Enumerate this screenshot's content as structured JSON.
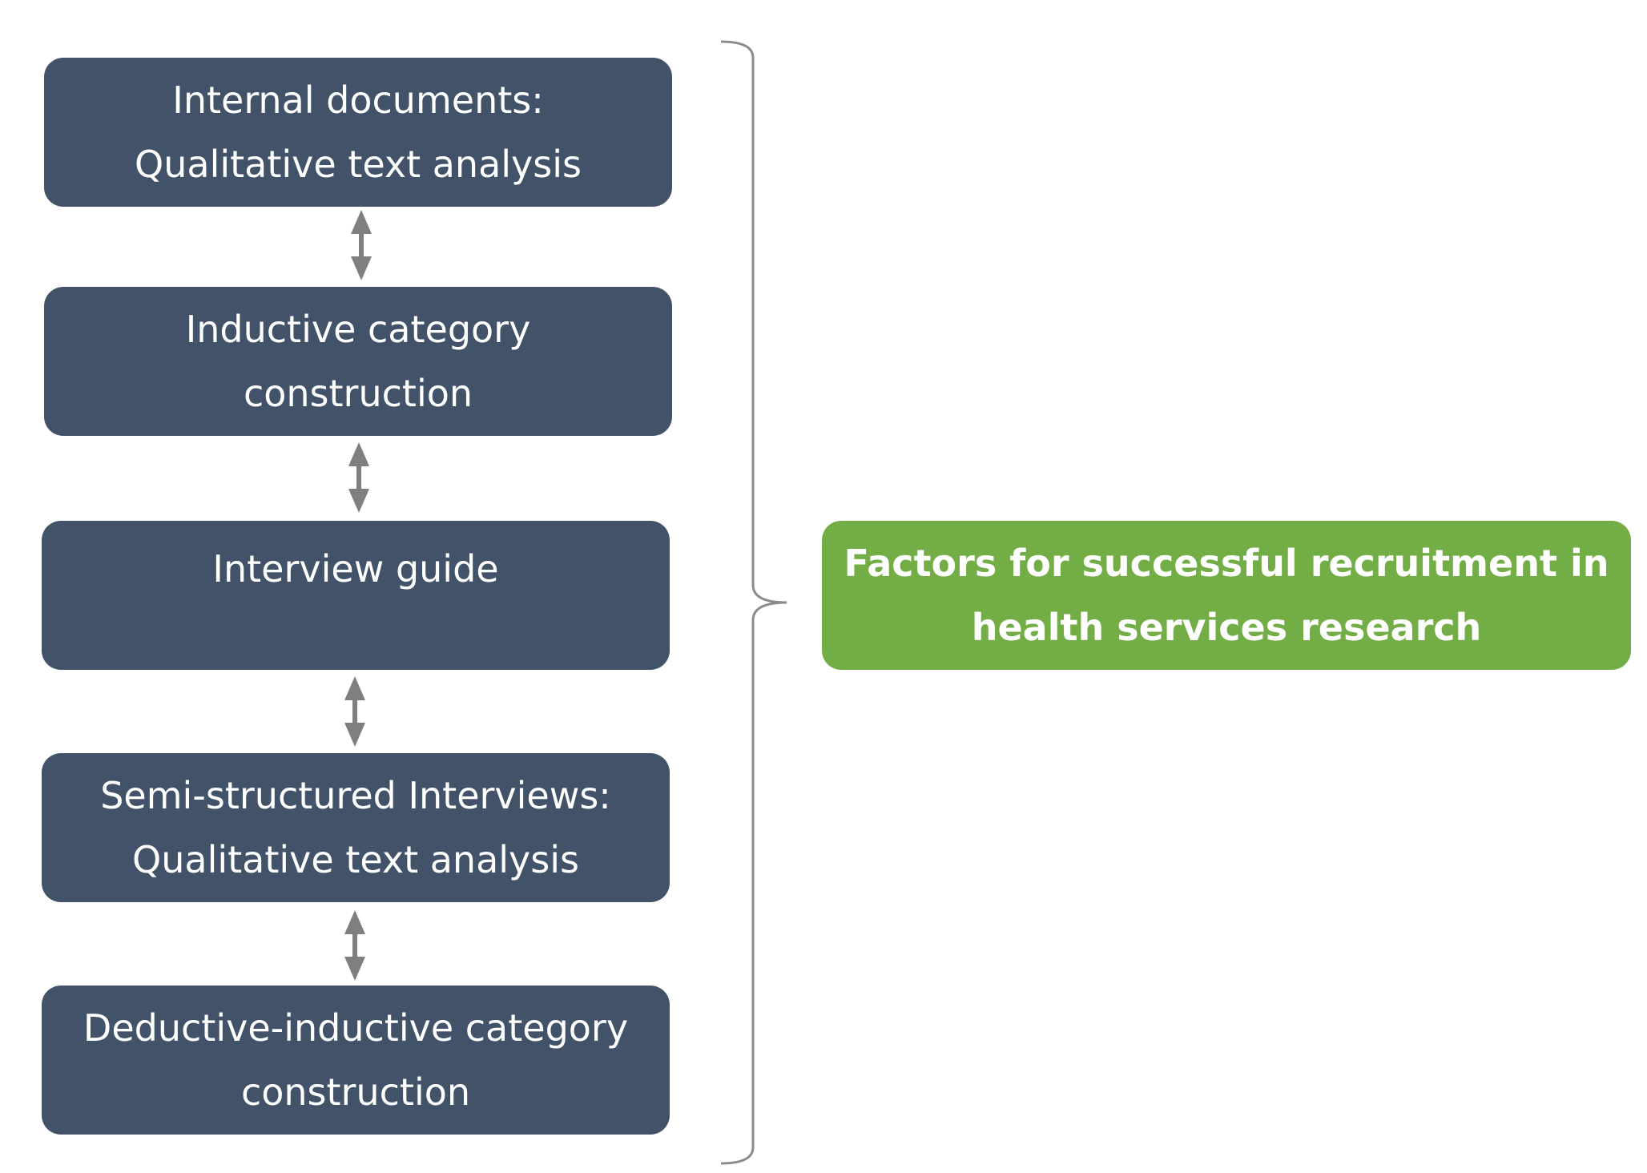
{
  "diagram": {
    "steps": [
      {
        "id": "internal-documents",
        "lines": [
          "Internal documents:",
          "Qualitative text analysis"
        ]
      },
      {
        "id": "inductive-category-construction",
        "lines": [
          "Inductive category",
          "construction"
        ]
      },
      {
        "id": "interview-guide",
        "lines": [
          "Interview guide"
        ]
      },
      {
        "id": "semi-structured-interviews",
        "lines": [
          "Semi-structured Interviews:",
          "Qualitative text analysis"
        ]
      },
      {
        "id": "deductive-inductive-category-construction",
        "lines": [
          "Deductive-inductive category",
          "construction"
        ]
      }
    ],
    "result": {
      "lines": [
        "Factors for successful recruitment in",
        "health services research"
      ]
    },
    "connectors": {
      "between_steps": "bidirectional-arrow",
      "grouping": "right-curly-brace"
    },
    "colors": {
      "step_fill": "#425369",
      "result_fill": "#72ad45",
      "connector": "#7f7f7f",
      "brace": "#8c8c8c",
      "text": "#ffffff"
    }
  }
}
